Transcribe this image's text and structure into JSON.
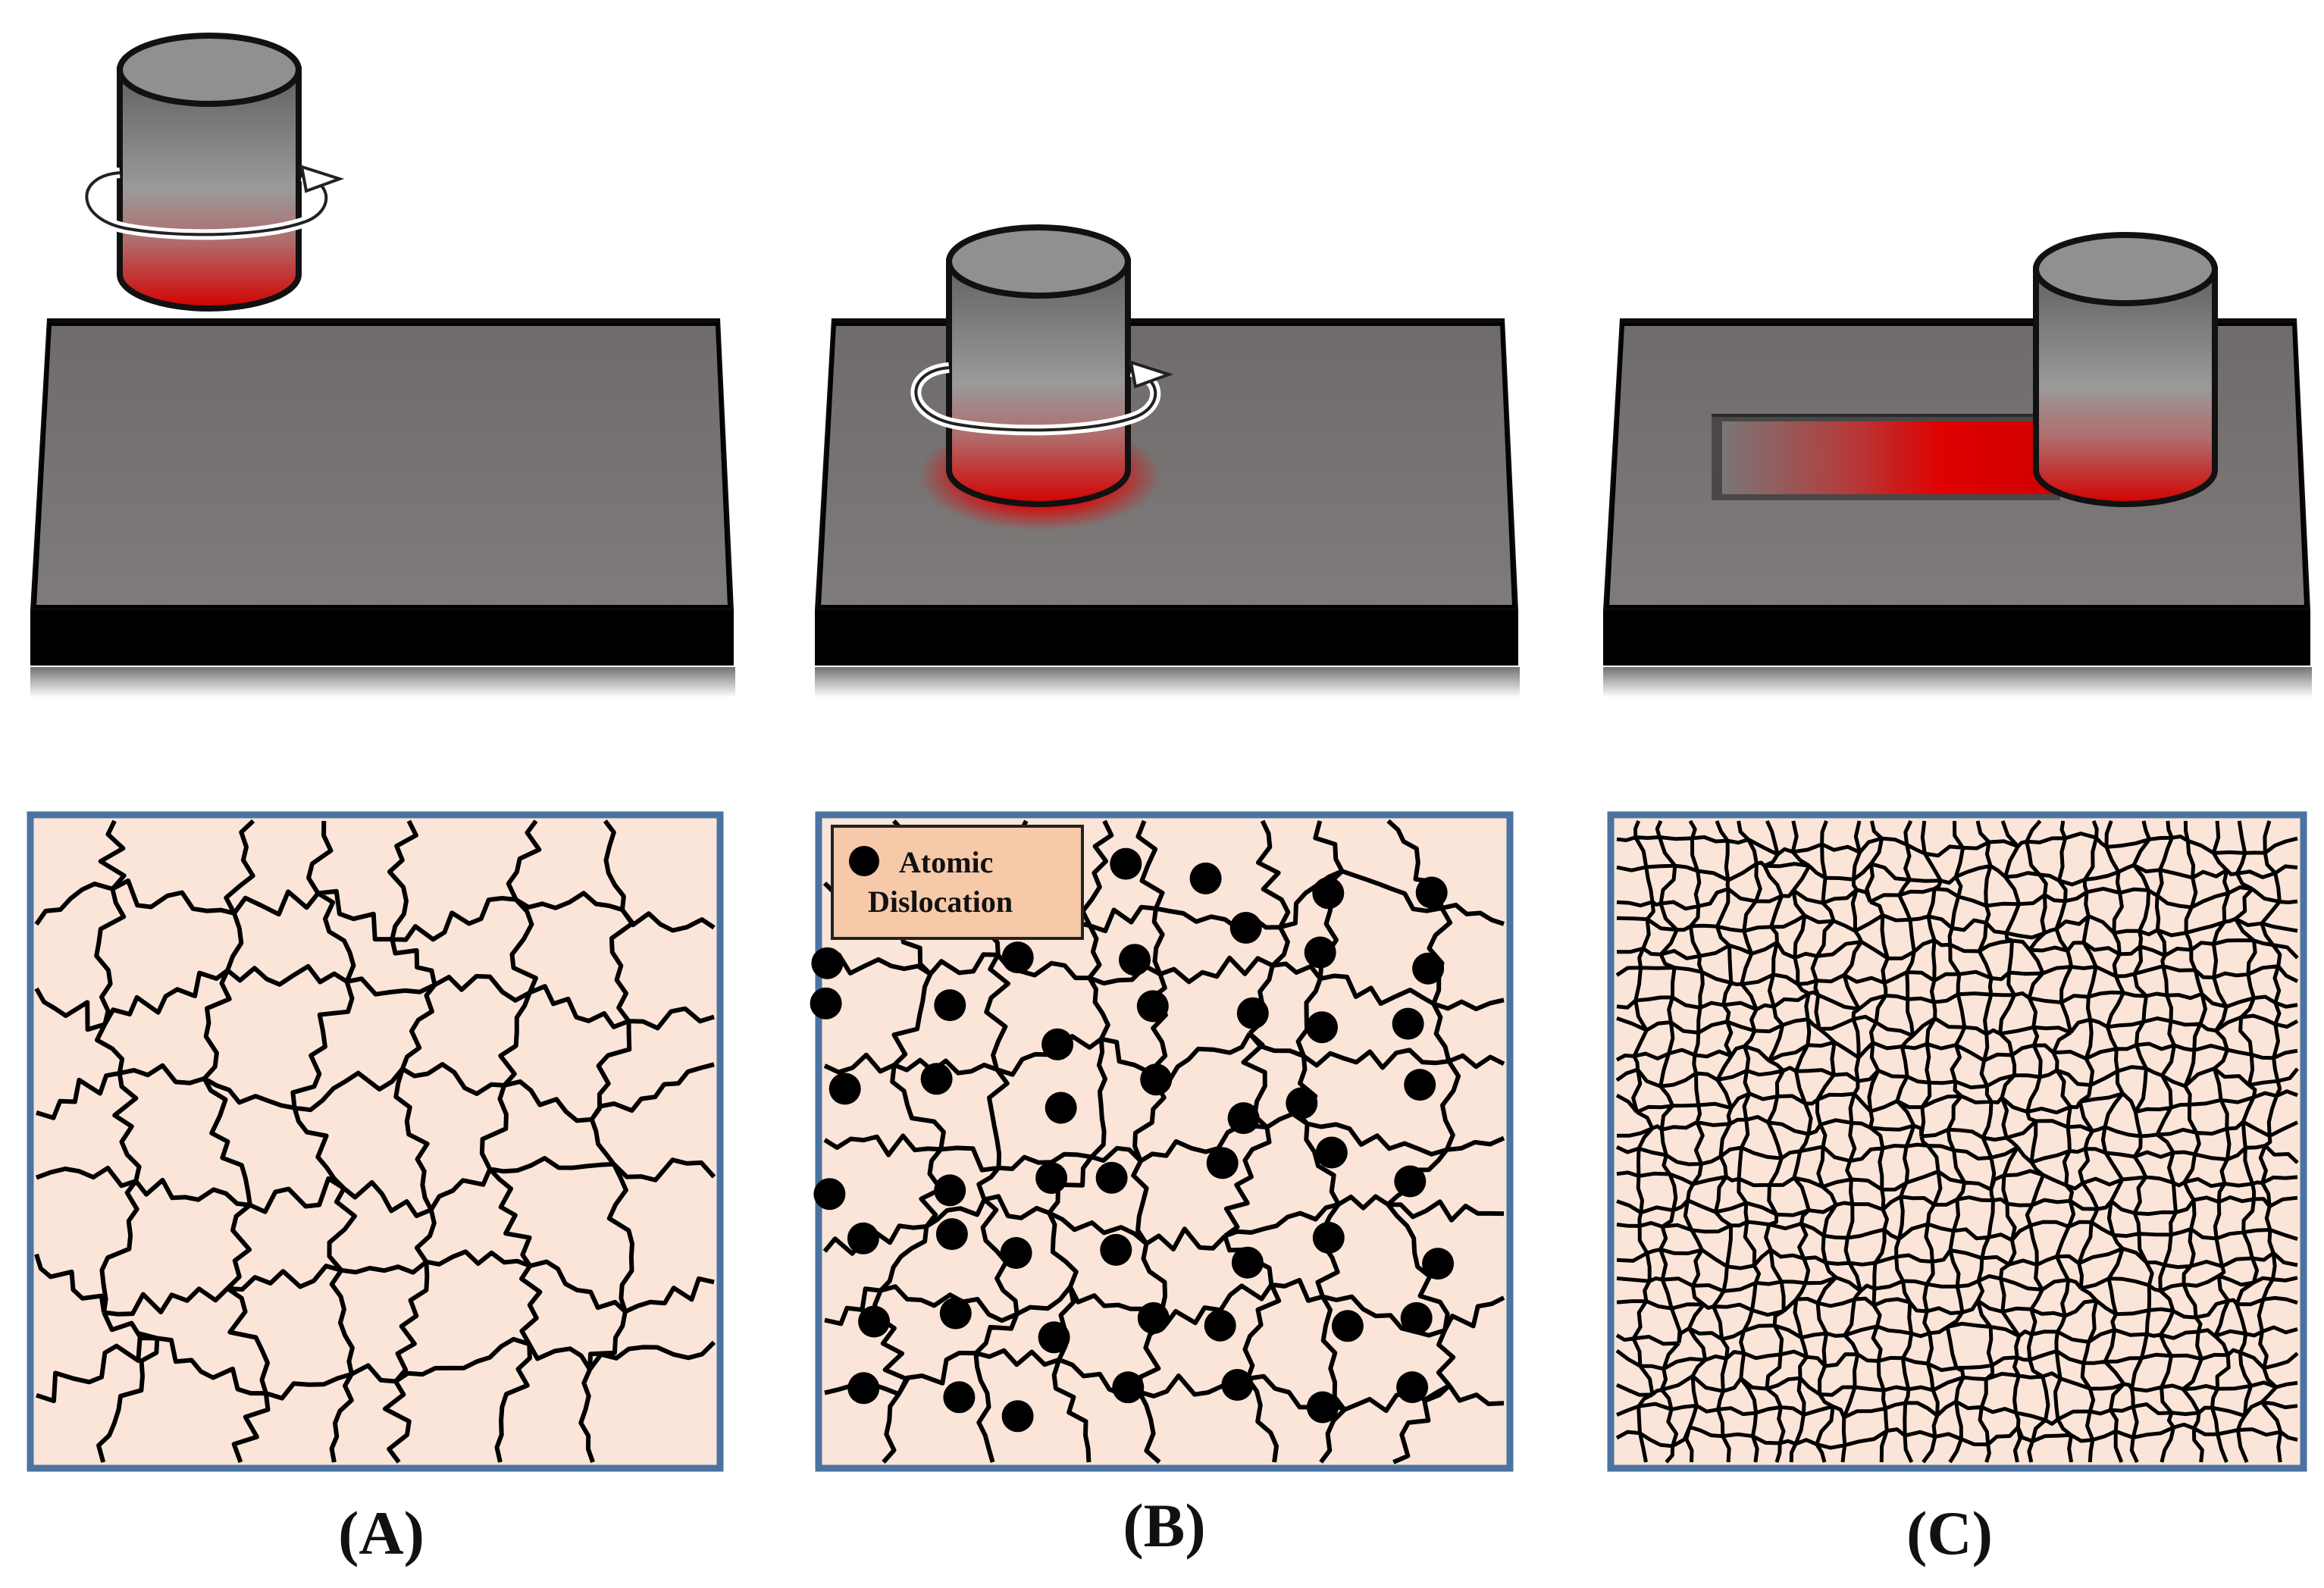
{
  "panels": [
    {
      "id": "A",
      "label": "(A)",
      "stage": "tool-approach",
      "microstructure": "coarse-grains",
      "dislocations": false
    },
    {
      "id": "B",
      "label": "(B)",
      "stage": "tool-plunge",
      "microstructure": "grains-with-dislocations",
      "dislocations": true
    },
    {
      "id": "C",
      "label": "(C)",
      "stage": "tool-traverse",
      "microstructure": "fine-recrystallized-grains",
      "dislocations": false
    }
  ],
  "legend": {
    "line1": "Atomic",
    "line2": "Dislocation"
  },
  "colors": {
    "plate_top": "#7b7777",
    "plate_side": "#0b0b0b",
    "tool_body": "#8e8e8e",
    "heat": "#d40000",
    "micro_bg": "#fbe5d8",
    "micro_frame": "#4b73a2",
    "legend_bg": "#f6c9a9",
    "grain_line": "#000000"
  },
  "icons": [
    "rotation-arrow-icon",
    "dislocation-dot-icon"
  ]
}
